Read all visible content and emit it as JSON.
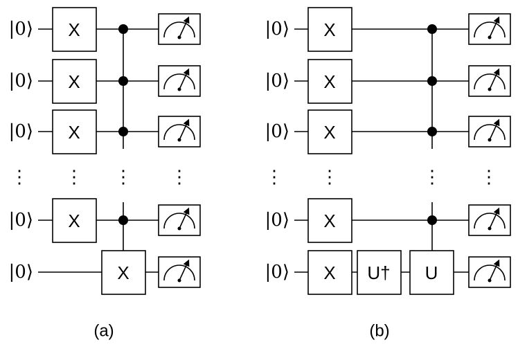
{
  "figure": {
    "input_state": "|0⟩",
    "vertical_dots": "⋮",
    "panel_a": {
      "caption": "(a)",
      "gates": {
        "x": "X"
      }
    },
    "panel_b": {
      "caption": "(b)",
      "gates": {
        "x": "X",
        "u_dagger": "U†",
        "u": "U"
      }
    }
  }
}
